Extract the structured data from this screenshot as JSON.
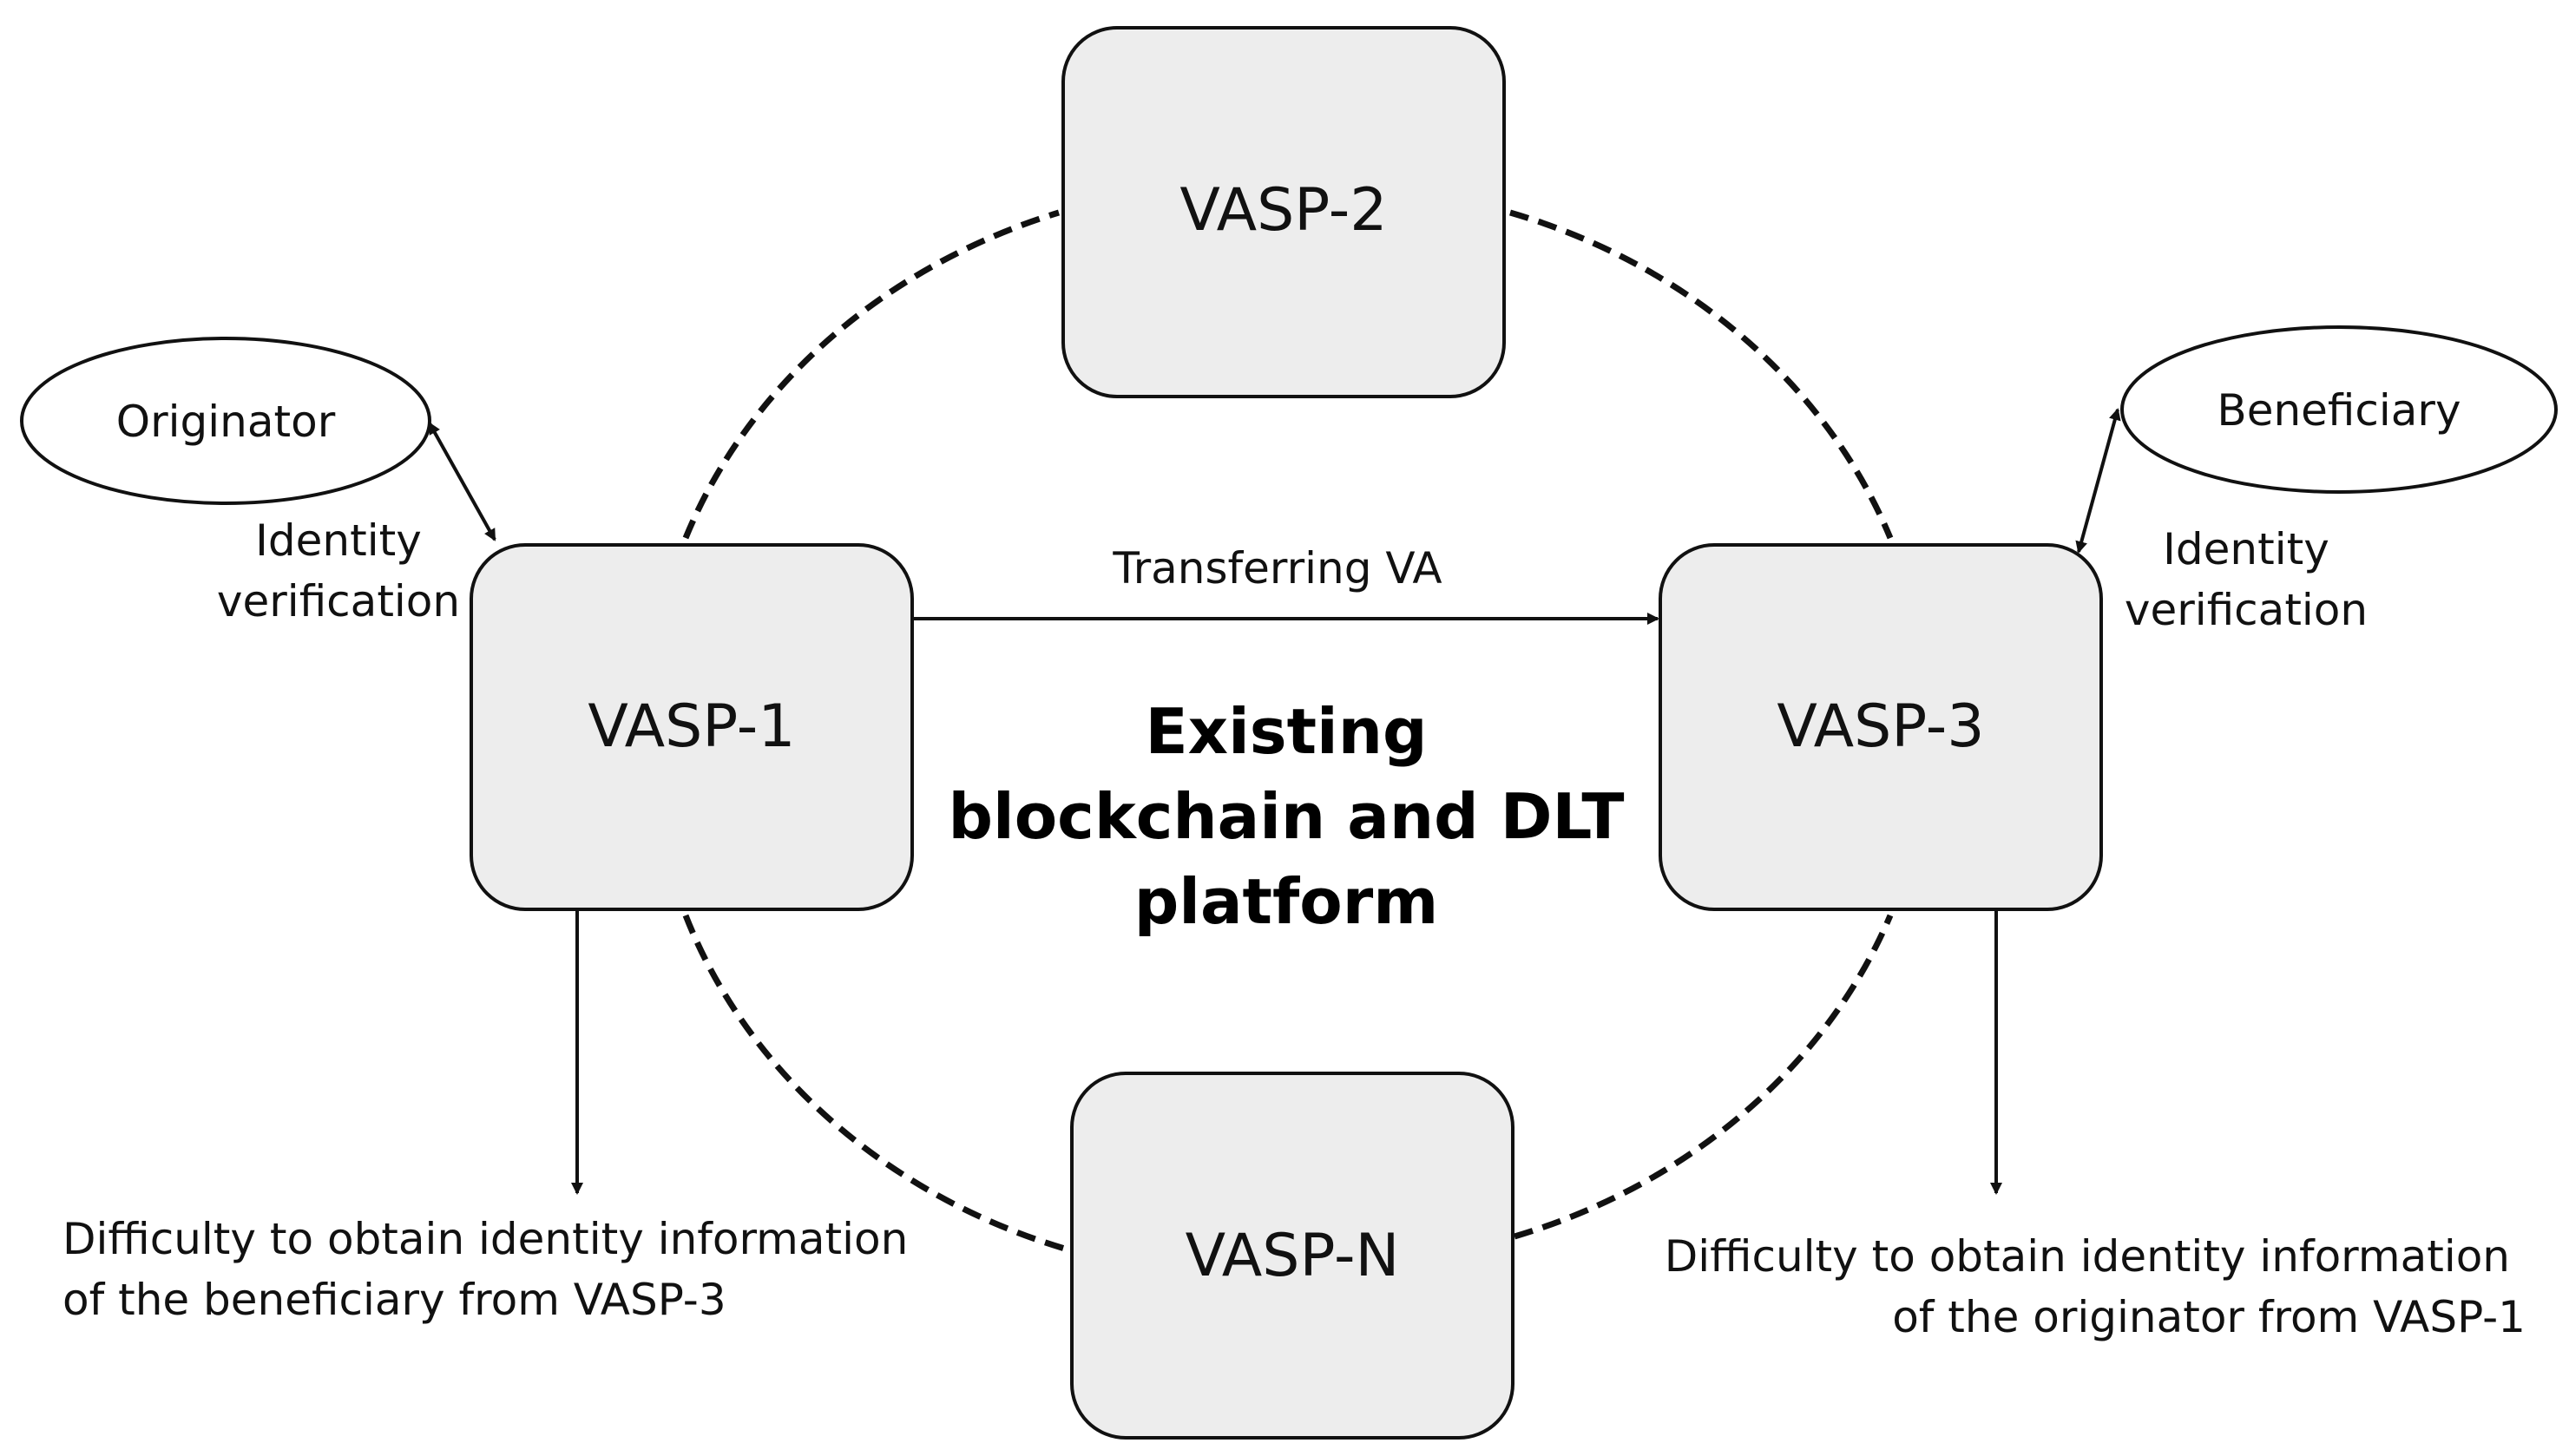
{
  "nodes": {
    "vasp1": "VASP-1",
    "vasp2": "VASP-2",
    "vasp3": "VASP-3",
    "vaspN": "VASP-N",
    "originator": "Originator",
    "beneficiary": "Beneficiary"
  },
  "center": {
    "line1": "Existing",
    "line2": "blockchain and DLT",
    "line3": "platform"
  },
  "edges": {
    "transfer": "Transferring VA"
  },
  "left_verification": {
    "line1": "Identity",
    "line2": "verification"
  },
  "right_verification": {
    "line1": "Identity",
    "line2": "verification"
  },
  "left_difficulty": {
    "line1": "Difficulty to obtain identity information",
    "line2": "of the beneficiary from VASP-3"
  },
  "right_difficulty": {
    "line1": "Difficulty to obtain identity information",
    "line2": "of the originator from VASP-1"
  }
}
